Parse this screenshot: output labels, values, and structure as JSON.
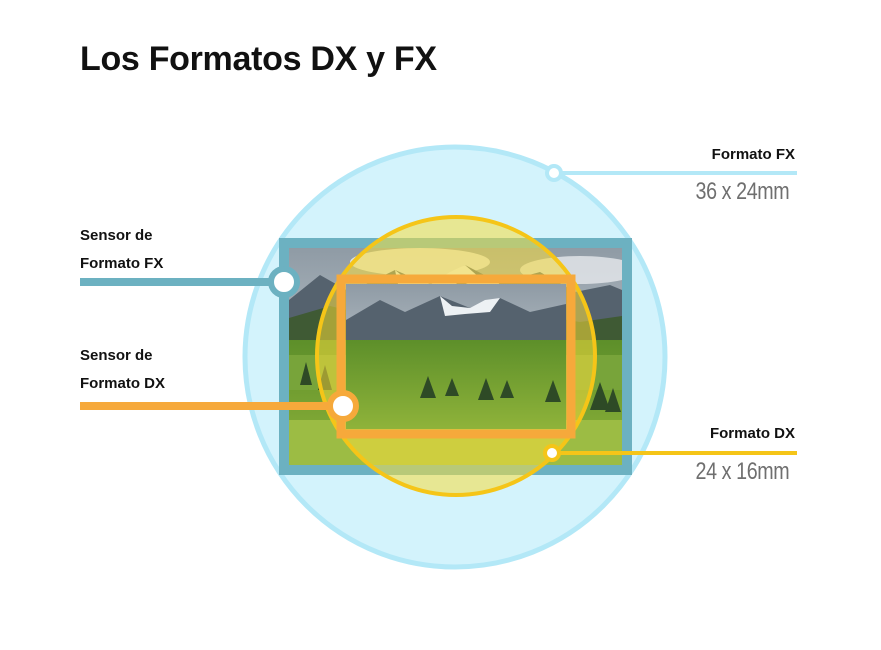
{
  "title": "Los Formatos DX y FX",
  "labels": {
    "sensor_fx_line1": "Sensor de",
    "sensor_fx_line2": "Formato FX",
    "sensor_dx_line1": "Sensor de",
    "sensor_dx_line2": "Formato DX",
    "formato_fx": "Formato FX",
    "formato_fx_size": "36 x 24mm",
    "formato_dx": "Formato DX",
    "formato_dx_size": "24 x 16mm"
  },
  "colors": {
    "fx_circle": "#c9f0fb",
    "fx_circle_stroke": "#a5e4f5",
    "fx_sensor": "#6bb0c0",
    "dx_circle": "#f7dc3c",
    "dx_sensor": "#f6a93b"
  }
}
